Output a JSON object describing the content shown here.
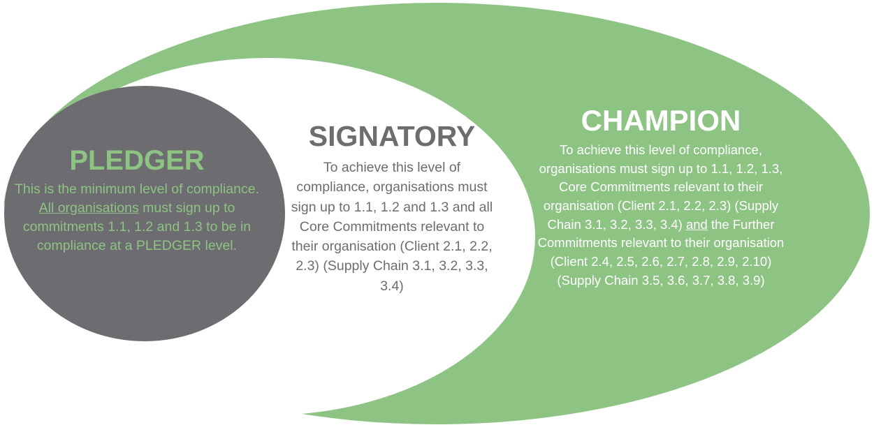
{
  "colors": {
    "green": "#8dc383",
    "grey": "#6d6c70",
    "white": "#ffffff",
    "pledger_text": "#8dc383",
    "signatory_title": "#6d6c70",
    "signatory_text": "#6d6c70",
    "champion_text": "#ffffff"
  },
  "pledger": {
    "title": "PLEDGER",
    "text_before": "This is the minimum level of compliance. ",
    "text_underlined": "All organisations",
    "text_after": " must sign up to commitments 1.1, 1.2 and 1.3 to be in compliance at a PLEDGER level."
  },
  "signatory": {
    "title": "SIGNATORY",
    "text": "To achieve this level of compliance, organisations must sign up to 1.1, 1.2 and 1.3 and all Core Commitments relevant to their organisation (Client 2.1, 2.2, 2.3) (Supply Chain 3.1, 3.2, 3.3, 3.4)"
  },
  "champion": {
    "title": "CHAMPION",
    "text_before": "To achieve this level of compliance, organisations must sign up to 1.1, 1.2, 1.3, Core Commitments relevant to their organisation (Client 2.1, 2.2, 2.3) (Supply Chain 3.1, 3.2, 3.3, 3.4) ",
    "text_underlined": "and",
    "text_after": " the Further Commitments relevant to their organisation (Client 2.4, 2.5, 2.6, 2.7, 2.8, 2.9, 2.10) (Supply Chain 3.5, 3.6, 3.7, 3.8, 3.9)"
  }
}
